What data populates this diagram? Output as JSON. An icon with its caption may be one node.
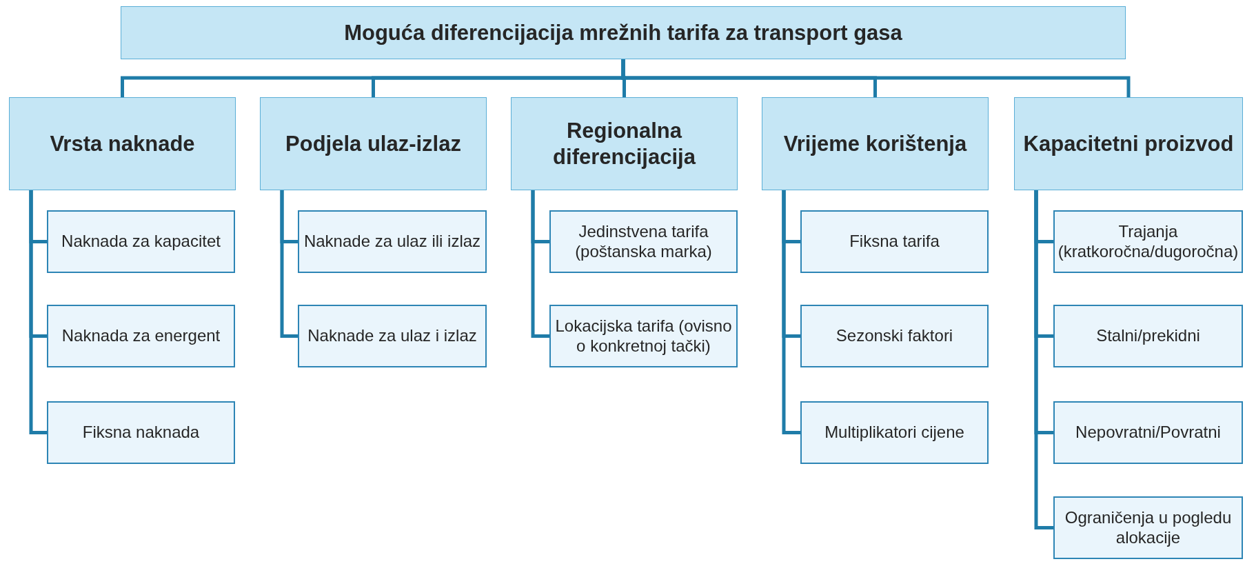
{
  "diagram": {
    "nodes": [
      {
        "text": [
          "Moguća diferencijacija mrežnih tarifa za transport gasa"
        ]
      },
      {
        "text": [
          "Vrsta naknade"
        ]
      },
      {
        "text": [
          "Podjela ulaz-izlaz"
        ]
      },
      {
        "text": [
          "Regionalna diferencijacija"
        ]
      },
      {
        "text": [
          "Vrijeme korištenja"
        ]
      },
      {
        "text": [
          "Kapacitetni proizvod"
        ]
      },
      {
        "text": [
          "Naknada za kapacitet"
        ]
      },
      {
        "text": [
          "Naknada za energent"
        ]
      },
      {
        "text": [
          "Fiksna naknada"
        ]
      },
      {
        "text": [
          "Naknade za ulaz ili izlaz"
        ]
      },
      {
        "text": [
          "Naknade za ulaz i izlaz"
        ]
      },
      {
        "text": [
          "Jedinstvena tarifa (poštanska marka)"
        ]
      },
      {
        "text": [
          "Lokacijska tarifa (ovisno o konkretnoj tački)"
        ]
      },
      {
        "text": [
          "Fiksna tarifa"
        ]
      },
      {
        "text": [
          "Sezonski faktori"
        ]
      },
      {
        "text": [
          "Multiplikatori cijene"
        ]
      },
      {
        "text": [
          "Trajanja (kratkoročna/dugoročna)"
        ]
      },
      {
        "text": [
          "Stalni/prekidni"
        ]
      },
      {
        "text": [
          "Nepovratni/Povratni"
        ]
      },
      {
        "text": [
          "Ograničenja u pogledu alokacije"
        ]
      }
    ],
    "edges": [
      {
        "from": 0,
        "to": 1,
        "arrow": "none"
      },
      {
        "from": 0,
        "to": 2,
        "arrow": "none"
      },
      {
        "from": 0,
        "to": 3,
        "arrow": "none"
      },
      {
        "from": 0,
        "to": 4,
        "arrow": "none"
      },
      {
        "from": 0,
        "to": 5,
        "arrow": "none"
      },
      {
        "from": 1,
        "to": 6,
        "arrow": "none"
      },
      {
        "from": 1,
        "to": 7,
        "arrow": "none"
      },
      {
        "from": 1,
        "to": 8,
        "arrow": "none"
      },
      {
        "from": 2,
        "to": 9,
        "arrow": "none"
      },
      {
        "from": 2,
        "to": 10,
        "arrow": "none"
      },
      {
        "from": 3,
        "to": 11,
        "arrow": "none"
      },
      {
        "from": 3,
        "to": 12,
        "arrow": "none"
      },
      {
        "from": 4,
        "to": 13,
        "arrow": "none"
      },
      {
        "from": 4,
        "to": 14,
        "arrow": "none"
      },
      {
        "from": 4,
        "to": 15,
        "arrow": "none"
      },
      {
        "from": 5,
        "to": 16,
        "arrow": "none"
      },
      {
        "from": 5,
        "to": 17,
        "arrow": "none"
      },
      {
        "from": 5,
        "to": 18,
        "arrow": "none"
      },
      {
        "from": 5,
        "to": 19,
        "arrow": "none"
      }
    ]
  }
}
